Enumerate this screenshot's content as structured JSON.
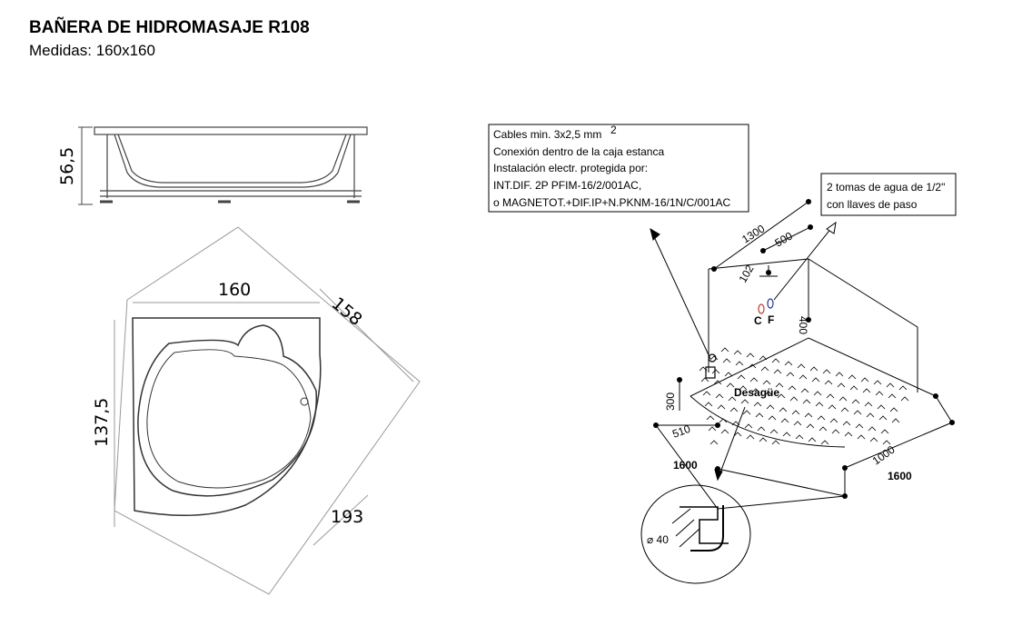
{
  "header": {
    "title": "BAÑERA DE HIDROMASAJE R108",
    "subtitle": "Medidas: 160x160"
  },
  "side_view": {
    "height_label": "56,5"
  },
  "top_view": {
    "width_label": "160",
    "diag_label": "158",
    "depth_label": "137,5",
    "total_label": "193"
  },
  "install": {
    "cables_note": [
      "Cables min. 3x2,5 mm",
      "Conexión dentro de la caja estanca",
      "Instalación electr. protegida por:",
      "INT.DIF. 2P PFIM-16/2/001AC,",
      "o MAGNETOT.+DIF.IP+N.PKNM-16/1N/C/001AC"
    ],
    "cables_superscript": "2",
    "water_note": [
      "2 tomas de agua de 1/2\"",
      "con llaves de paso"
    ],
    "dim_1300": "1300",
    "dim_500": "500",
    "dim_102": "102",
    "dim_400": "400",
    "dim_300": "300",
    "dim_510": "510",
    "dim_1000": "1000",
    "dim_1600_left": "1600",
    "dim_1600_right": "1600",
    "cold_label": "C",
    "hot_label": "F",
    "drain_label": "Desagüe",
    "drain_diameter": "⌀ 40"
  },
  "colors": {
    "cold": "#c0392b",
    "hot": "#1f3a93",
    "line": "#000000",
    "outline": "#555555"
  }
}
